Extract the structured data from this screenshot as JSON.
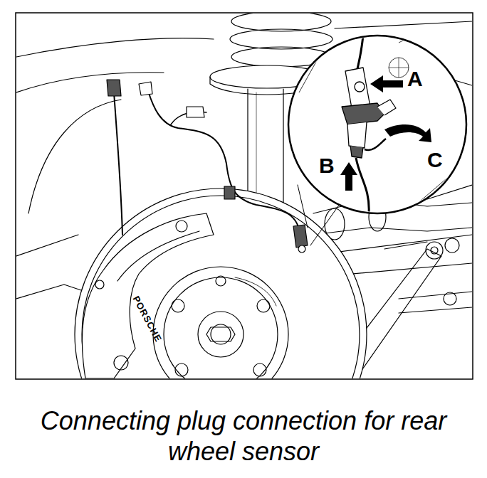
{
  "diagram": {
    "caption": "Connecting plug connection for rear wheel sensor",
    "labels": [
      "A",
      "B",
      "C",
      "PORSCHE"
    ]
  }
}
